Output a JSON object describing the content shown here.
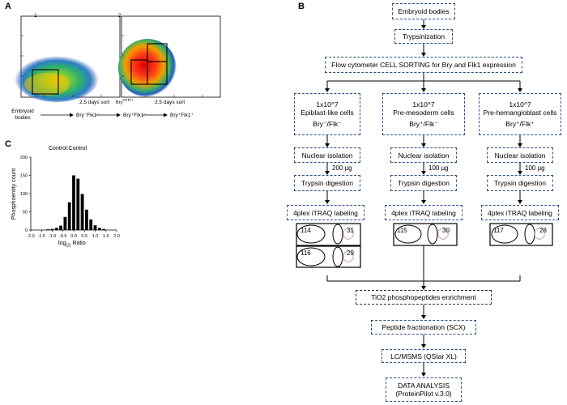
{
  "panels": {
    "a": "A",
    "b": "B",
    "c": "C"
  },
  "panel_a": {
    "plot1_number": "1",
    "plot2_number": "2",
    "sort1_label": "2.5 days sort",
    "sort2_label": "3.5 days sort",
    "y_label2": "Bry",
    "y_label2_sup": "GFP/+",
    "workflow": {
      "start": "Embryoid bodies",
      "step1": "Bry⁻Flk1⁻",
      "step2": "Bry⁺Flk1⁻",
      "step3": "Bry⁺Flk1⁺"
    }
  },
  "panel_b": {
    "embryoid": "Embryoid bodies",
    "trypsinization": "Trypsinization",
    "sorting": "Flow cytometer CELL SORTING for Bry and Flk1 expression",
    "branches": [
      {
        "count": "1x10^7",
        "name": "Epiblast-like cells",
        "marker": "Bry⁻/Flk⁻",
        "nuclear": "Nuclear isolation",
        "amount": "200 µg",
        "trypsin": "Trypsin digestion",
        "itraq": "4plex iTRAQ labeling",
        "tags": [
          "114",
          "31",
          "116",
          "29"
        ]
      },
      {
        "count": "1x10^7",
        "name": "Pre-mesoderm cells",
        "marker": "Bry⁺/Flk⁻",
        "nuclear": "Nuclear isolation",
        "amount": "100 µg",
        "trypsin": "Trypsin digestion",
        "itraq": "4plex iTRAQ labeling",
        "tags": [
          "115",
          "30"
        ]
      },
      {
        "count": "1x10^7",
        "name": "Pre-hemangioblast cells",
        "marker": "Bry⁺/Flk⁺",
        "nuclear": "Nuclear isolation",
        "amount": "100 µg",
        "trypsin": "Trypsin digestion",
        "itraq": "4plex iTRAQ labeling",
        "tags": [
          "117",
          "28"
        ]
      }
    ],
    "tio2": "TiO2 phosphopeptides enrichment",
    "fractionation": "Peptide fractionation (SCX)",
    "lcms": "LC/MSMS (QStar XL)",
    "analysis_line1": "DATA ANALYSIS",
    "analysis_line2": "(ProteinPilot v.3.0)"
  },
  "panel_c": {
    "title": "Control:Control",
    "ylabel": "Phosphoentity count",
    "xlabel_pre": "log",
    "xlabel_sub": "(2)",
    "xlabel_post": " Ratio",
    "x_ticks": [
      "-2.0",
      "-1.5",
      "-1.0",
      "-0.5",
      "0.0",
      "0.5",
      "1.0",
      "1.5",
      "2.0"
    ],
    "y_ticks": [
      "0",
      "50",
      "100",
      "150",
      "200"
    ],
    "xlim": [
      -2.0,
      2.0
    ],
    "ylim": [
      0,
      200
    ],
    "bins_x": [
      -1.2,
      -1.0,
      -0.8,
      -0.6,
      -0.4,
      -0.2,
      0.0,
      0.2,
      0.4,
      0.6,
      0.8,
      1.0,
      1.2,
      1.4
    ],
    "bins_y": [
      2,
      3,
      6,
      12,
      36,
      76,
      150,
      141,
      99,
      56,
      29,
      13,
      6,
      3
    ],
    "bar_color": "#000000"
  },
  "colors": {
    "box_border": "#2b4f7e",
    "dark_border": "#333333"
  }
}
